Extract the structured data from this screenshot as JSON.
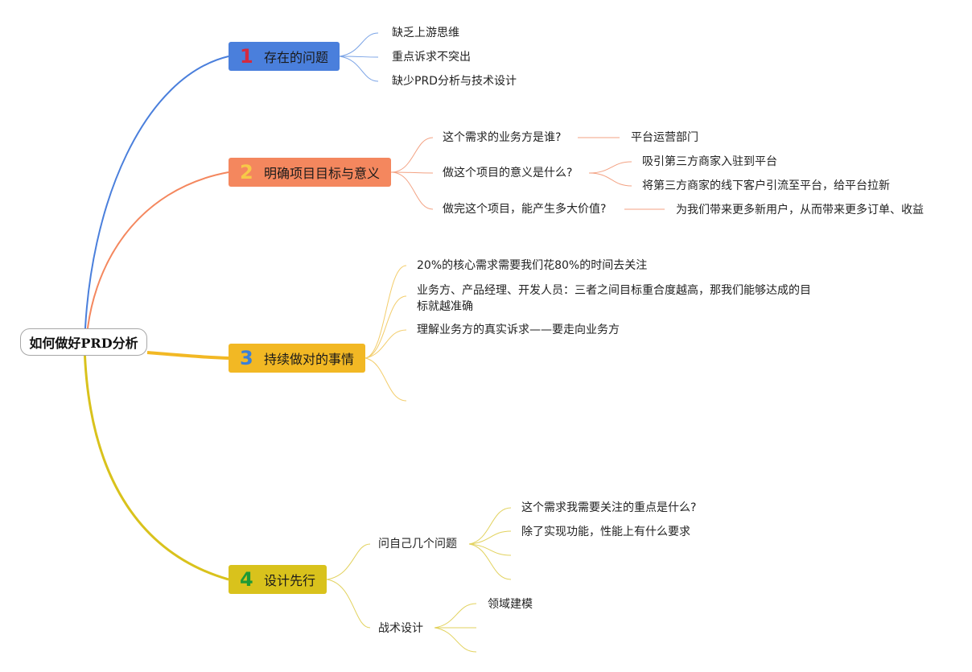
{
  "root": {
    "label": "如何做好PRD分析"
  },
  "branches": [
    {
      "num": "1",
      "label": "存在的问题",
      "children": [
        "缺乏上游思维",
        "重点诉求不突出",
        "缺少PRD分析与技术设计"
      ]
    },
    {
      "num": "2",
      "label": "明确项目目标与意义",
      "children": [
        {
          "label": "这个需求的业务方是谁?",
          "children": [
            "平台运营部门"
          ]
        },
        {
          "label": "做这个项目的意义是什么?",
          "children": [
            "吸引第三方商家入驻到平台",
            "将第三方商家的线下客户引流至平台，给平台拉新"
          ]
        },
        {
          "label": "做完这个项目，能产生多大价值?",
          "children": [
            "为我们带来更多新用户，从而带来更多订单、收益"
          ]
        }
      ]
    },
    {
      "num": "3",
      "label": "持续做对的事情",
      "children": [
        "20%的核心需求需要我们花80%的时间去关注",
        "业务方、产品经理、开发人员：三者之间目标重合度越高，那我们能够达成的目标就越准确",
        "理解业务方的真实诉求——要走向业务方"
      ]
    },
    {
      "num": "4",
      "label": "设计先行",
      "children": [
        {
          "label": "问自己几个问题",
          "children": [
            "这个需求我需要关注的重点是什么?",
            "除了实现功能，性能上有什么要求"
          ]
        },
        {
          "label": "战术设计",
          "children": [
            "领域建模"
          ]
        }
      ]
    }
  ],
  "colors": {
    "branch1": "#4a7fdc",
    "branch2": "#f4875e",
    "branch3": "#f2b824",
    "branch4": "#d9c21c",
    "num1": "#d42a3f",
    "num2": "#f7c948",
    "num3": "#3a7fd8",
    "num4": "#1e9a36"
  }
}
